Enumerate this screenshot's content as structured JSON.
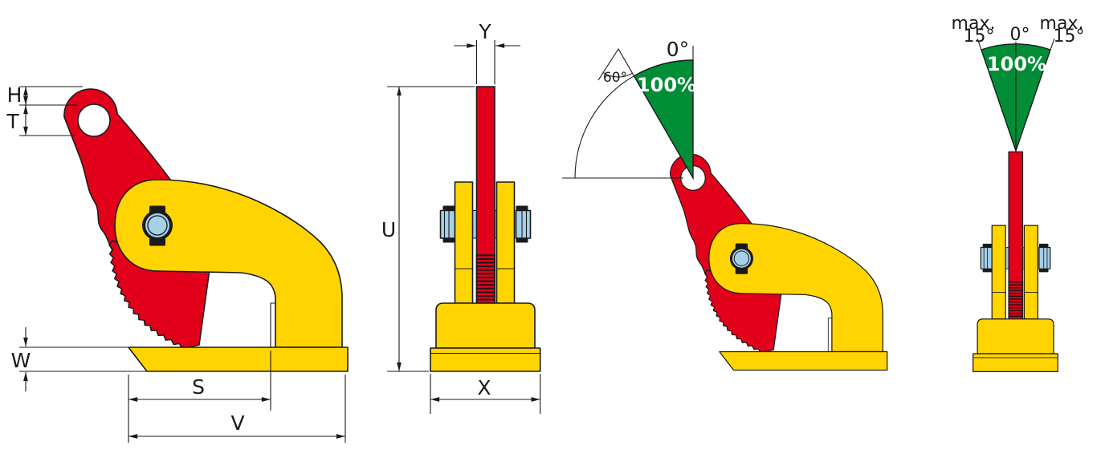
{
  "drawing": {
    "type": "technical-dimension-diagram",
    "subject": "horizontal lifting plate clamp",
    "colors": {
      "body_red": "#e2001a",
      "body_yellow": "#ffd400",
      "safe_green": "#008d36",
      "pin_blue": "#a6cfe8",
      "outline": "#1a1a1a",
      "load_text": "#ffffff"
    },
    "views": {
      "side": {
        "name": "side view with dimensions",
        "dims": {
          "h": "H",
          "t": "T",
          "w": "W",
          "s": "S",
          "v": "V"
        }
      },
      "front": {
        "name": "front view with dimensions",
        "dims": {
          "y": "Y",
          "u": "U",
          "x": "X"
        }
      },
      "tilt": {
        "name": "side load angle diagram",
        "labels": {
          "zero": "0°",
          "sixty": "60°",
          "load": "100%"
        }
      },
      "swing": {
        "name": "front swing angle diagram",
        "labels": {
          "max_left": "max.",
          "deg_left": "15°",
          "zero": "0°",
          "max_right": "max.",
          "deg_right": "15°",
          "load": "100%"
        }
      }
    }
  }
}
